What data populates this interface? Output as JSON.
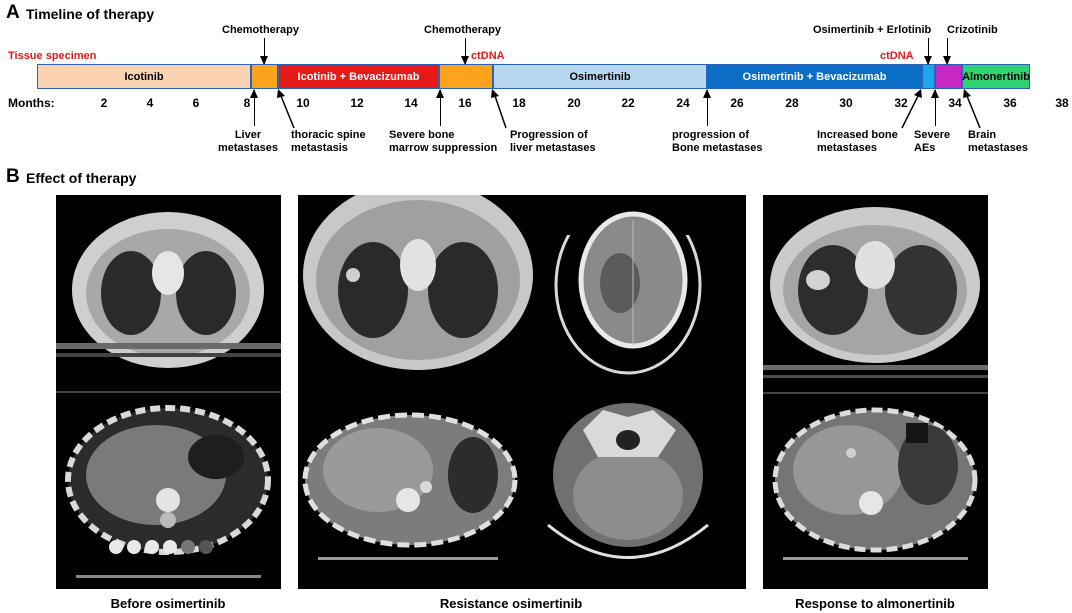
{
  "panel_a": {
    "letter": "A",
    "title": "Timeline of therapy",
    "tissue_specimen": "Tissue specimen",
    "months_label": "Months:",
    "ticks": [
      "2",
      "4",
      "6",
      "8",
      "10",
      "12",
      "14",
      "16",
      "18",
      "20",
      "22",
      "24",
      "26",
      "28",
      "30",
      "32",
      "34",
      "36",
      "38"
    ],
    "segments": [
      {
        "label": "Icotinib",
        "color": "#fbd3b3",
        "text_color": "#000000"
      },
      {
        "label": "",
        "color": "#ffa21c",
        "text_color": "#000000"
      },
      {
        "label": "Icotinib + Bevacizumab",
        "color": "#e61919",
        "text_color": "#ffffff"
      },
      {
        "label": "",
        "color": "#ffa21c",
        "text_color": "#000000"
      },
      {
        "label": "Osimertinib",
        "color": "#b8d7f0",
        "text_color": "#000000"
      },
      {
        "label": "Osimertinib + Bevacizumab",
        "color": "#0a6ec7",
        "text_color": "#ffffff"
      },
      {
        "label": "",
        "color": "#1ba6ee",
        "text_color": "#000000"
      },
      {
        "label": "",
        "color": "#c829c5",
        "text_color": "#000000"
      },
      {
        "label": "Almonertinib",
        "color": "#2fd470",
        "text_color": "#000000"
      }
    ],
    "top_events": {
      "chemo1": "Chemotherapy",
      "chemo2": "Chemotherapy",
      "ctdna1": "ctDNA",
      "osi_erlo": "Osimertinib + Erlotinib",
      "ctdna2": "ctDNA",
      "crizotinib": "Crizotinib"
    },
    "bottom_events": [
      {
        "line1": "Liver",
        "line2": "metastases"
      },
      {
        "line1": "thoracic spine",
        "line2": "metastasis"
      },
      {
        "line1": "Severe bone",
        "line2": "marrow suppression"
      },
      {
        "line1": "Progression of",
        "line2": "liver metastases"
      },
      {
        "line1": "progression of",
        "line2": "Bone metastases"
      },
      {
        "line1": "Increased bone",
        "line2": "metastases"
      },
      {
        "line1": "Severe",
        "line2": "AEs"
      },
      {
        "line1": "Brain",
        "line2": "metastases"
      }
    ]
  },
  "panel_b": {
    "letter": "B",
    "title": "Effect of therapy",
    "captions": {
      "before": "Before osimertinib",
      "resistance": "Resistance osimertinib",
      "response": "Response to almonertinib"
    }
  }
}
